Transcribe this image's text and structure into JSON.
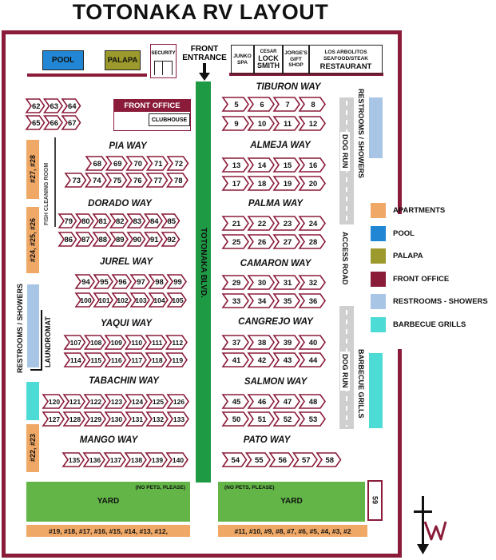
{
  "title": "TOTONAKA RV LAYOUT",
  "colors": {
    "border": "#8a1c3a",
    "apartments": "#f0a866",
    "pool": "#2186d4",
    "palapa": "#9c9a2c",
    "front_office": "#8a1c3a",
    "restrooms": "#a9c5e6",
    "barbecue": "#4ddbd6",
    "boulevard": "#1e9a45",
    "yard": "#62b546"
  },
  "top": {
    "pool": "POOL",
    "palapa": "PALAPA",
    "security": "SECURITY",
    "front_entrance": "FRONT ENTRANCE",
    "junko_spa": "JUNKO SPA",
    "cesar": "CESAR",
    "lock_smith": "LOCK SMITH",
    "jorges_gift_shop": "JORGE'S GIFT SHOP",
    "los_arbolitos": "LOS ARBOLITOS SEAFOOD/STEAK",
    "restaurant": "RESTAURANT"
  },
  "front_office": "FRONT OFFICE",
  "clubhouse": "CLUBHOUSE",
  "boulevard": "TOTONAKA BLVD.",
  "fish_cleaning_room": "FISH CLEANING ROOM",
  "laundromat": "LAUNDROMAT",
  "restrooms_showers_left": "RESTROOMS / SHOWERS",
  "restrooms_showers_right": "RESTROOMS / SHOWERS",
  "barbecue_grills_right": "BARBECUE GRILLS",
  "dog_run_top": "DOG RUN",
  "access_road": "ACCESS ROAD",
  "dog_run_bottom": "DOG RUN",
  "apartments_left": [
    "#27, #28",
    "#24, #25, #26",
    "#22, #23"
  ],
  "apartments_bottom_left": "#19, #18, #17, #16, #15, #14, #13, #12,",
  "apartments_bottom_right": "#11, #10, #9, #8, #7, #6, #5, #4, #3, #2",
  "yard_left": {
    "label": "YARD",
    "note": "(NO PETS, PLEASE)"
  },
  "yard_right": {
    "label": "YARD",
    "note": "(NO PETS, PLEASE)"
  },
  "site_59": "59",
  "streets": {
    "pia": "PIA WAY",
    "dorado": "DORADO WAY",
    "jurel": "JUREL WAY",
    "yaqui": "YAQUI WAY",
    "tabachin": "TABACHIN WAY",
    "mango": "MANGO WAY",
    "tiburon": "TIBURON WAY",
    "almeja": "ALMEJA WAY",
    "palma": "PALMA WAY",
    "camaron": "CAMARON WAY",
    "cangrejo": "CANGREJO WAY",
    "salmon": "SALMON WAY",
    "pato": "PATO WAY"
  },
  "site_rows": {
    "r62": [
      "62",
      "63",
      "64"
    ],
    "r65": [
      "65",
      "66",
      "67"
    ],
    "r68": [
      "68",
      "69",
      "70",
      "71",
      "72"
    ],
    "r73": [
      "73",
      "74",
      "75",
      "76",
      "77",
      "78"
    ],
    "r79": [
      "79",
      "80",
      "81",
      "82",
      "83",
      "84",
      "85"
    ],
    "r86": [
      "86",
      "87",
      "88",
      "89",
      "90",
      "91",
      "92"
    ],
    "r94": [
      "94",
      "95",
      "96",
      "97",
      "98",
      "99"
    ],
    "r100": [
      "100",
      "101",
      "102",
      "103",
      "104",
      "105"
    ],
    "r107": [
      "107",
      "108",
      "109",
      "110",
      "111",
      "112"
    ],
    "r114": [
      "114",
      "115",
      "116",
      "117",
      "118",
      "119"
    ],
    "r120": [
      "120",
      "121",
      "122",
      "123",
      "124",
      "125",
      "126"
    ],
    "r127": [
      "127",
      "128",
      "129",
      "130",
      "131",
      "132",
      "133"
    ],
    "r135": [
      "135",
      "136",
      "137",
      "138",
      "139",
      "140"
    ],
    "r5": [
      "5",
      "6",
      "7",
      "8"
    ],
    "r9": [
      "9",
      "10",
      "11",
      "12"
    ],
    "r13": [
      "13",
      "14",
      "15",
      "16"
    ],
    "r17": [
      "17",
      "18",
      "19",
      "20"
    ],
    "r21": [
      "21",
      "22",
      "23",
      "24"
    ],
    "r25": [
      "25",
      "26",
      "27",
      "28"
    ],
    "r29": [
      "29",
      "30",
      "31",
      "32"
    ],
    "r33": [
      "33",
      "34",
      "35",
      "36"
    ],
    "r37": [
      "37",
      "38",
      "39",
      "40"
    ],
    "r41": [
      "41",
      "42",
      "43",
      "44"
    ],
    "r45": [
      "45",
      "46",
      "47",
      "48"
    ],
    "r50": [
      "50",
      "51",
      "52",
      "53"
    ],
    "r54": [
      "54",
      "55",
      "56",
      "57",
      "58"
    ]
  },
  "legend": [
    {
      "label": "APARTMENTS",
      "color": "#f0a866"
    },
    {
      "label": "POOL",
      "color": "#2186d4"
    },
    {
      "label": "PALAPA",
      "color": "#9c9a2c"
    },
    {
      "label": "FRONT OFFICE",
      "color": "#8a1c3a"
    },
    {
      "label": "RESTROOMS - SHOWERS",
      "color": "#a9c5e6"
    },
    {
      "label": "BARBECUE GRILLS",
      "color": "#4ddbd6"
    }
  ]
}
